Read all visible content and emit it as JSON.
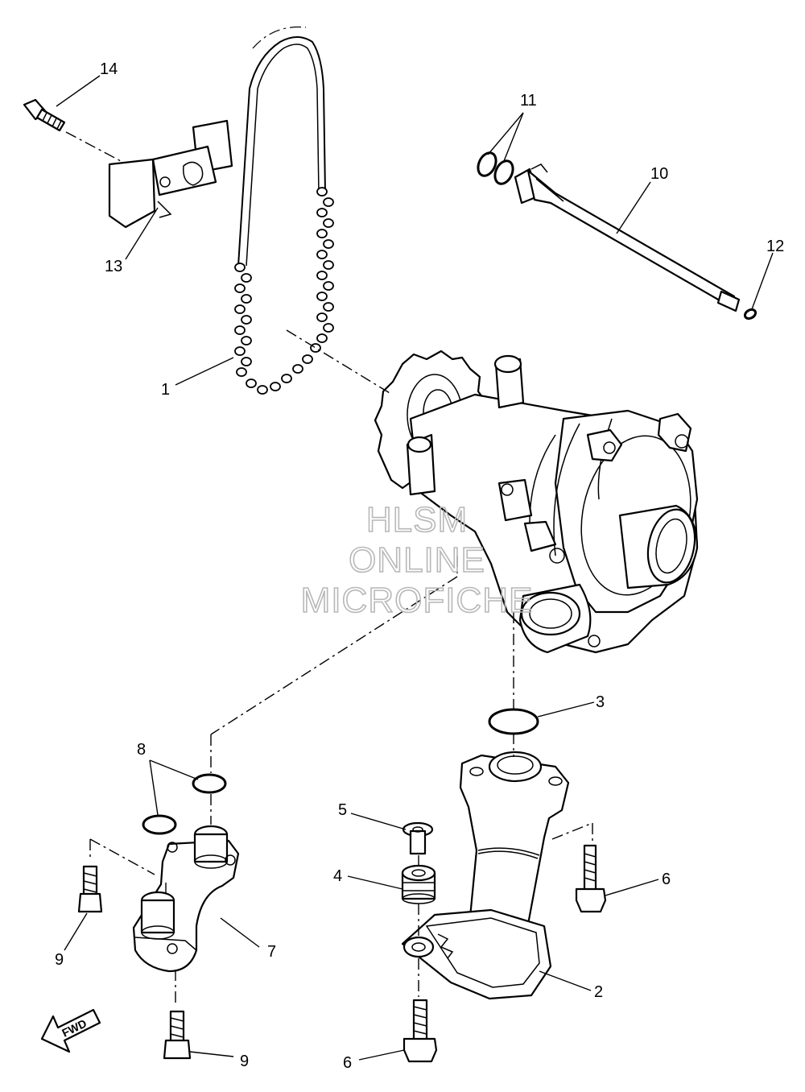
{
  "callouts": {
    "c1": "1",
    "c2": "2",
    "c3": "3",
    "c4": "4",
    "c5": "5",
    "c6a": "6",
    "c6b": "6",
    "c7": "7",
    "c8": "8",
    "c9a": "9",
    "c9b": "9",
    "c10": "10",
    "c11": "11",
    "c12": "12",
    "c13": "13",
    "c14": "14"
  },
  "watermark": {
    "line1": "HLSM",
    "line2": "ONLINE",
    "line3": "MICROFICHE"
  },
  "fwd_label": "FWD"
}
